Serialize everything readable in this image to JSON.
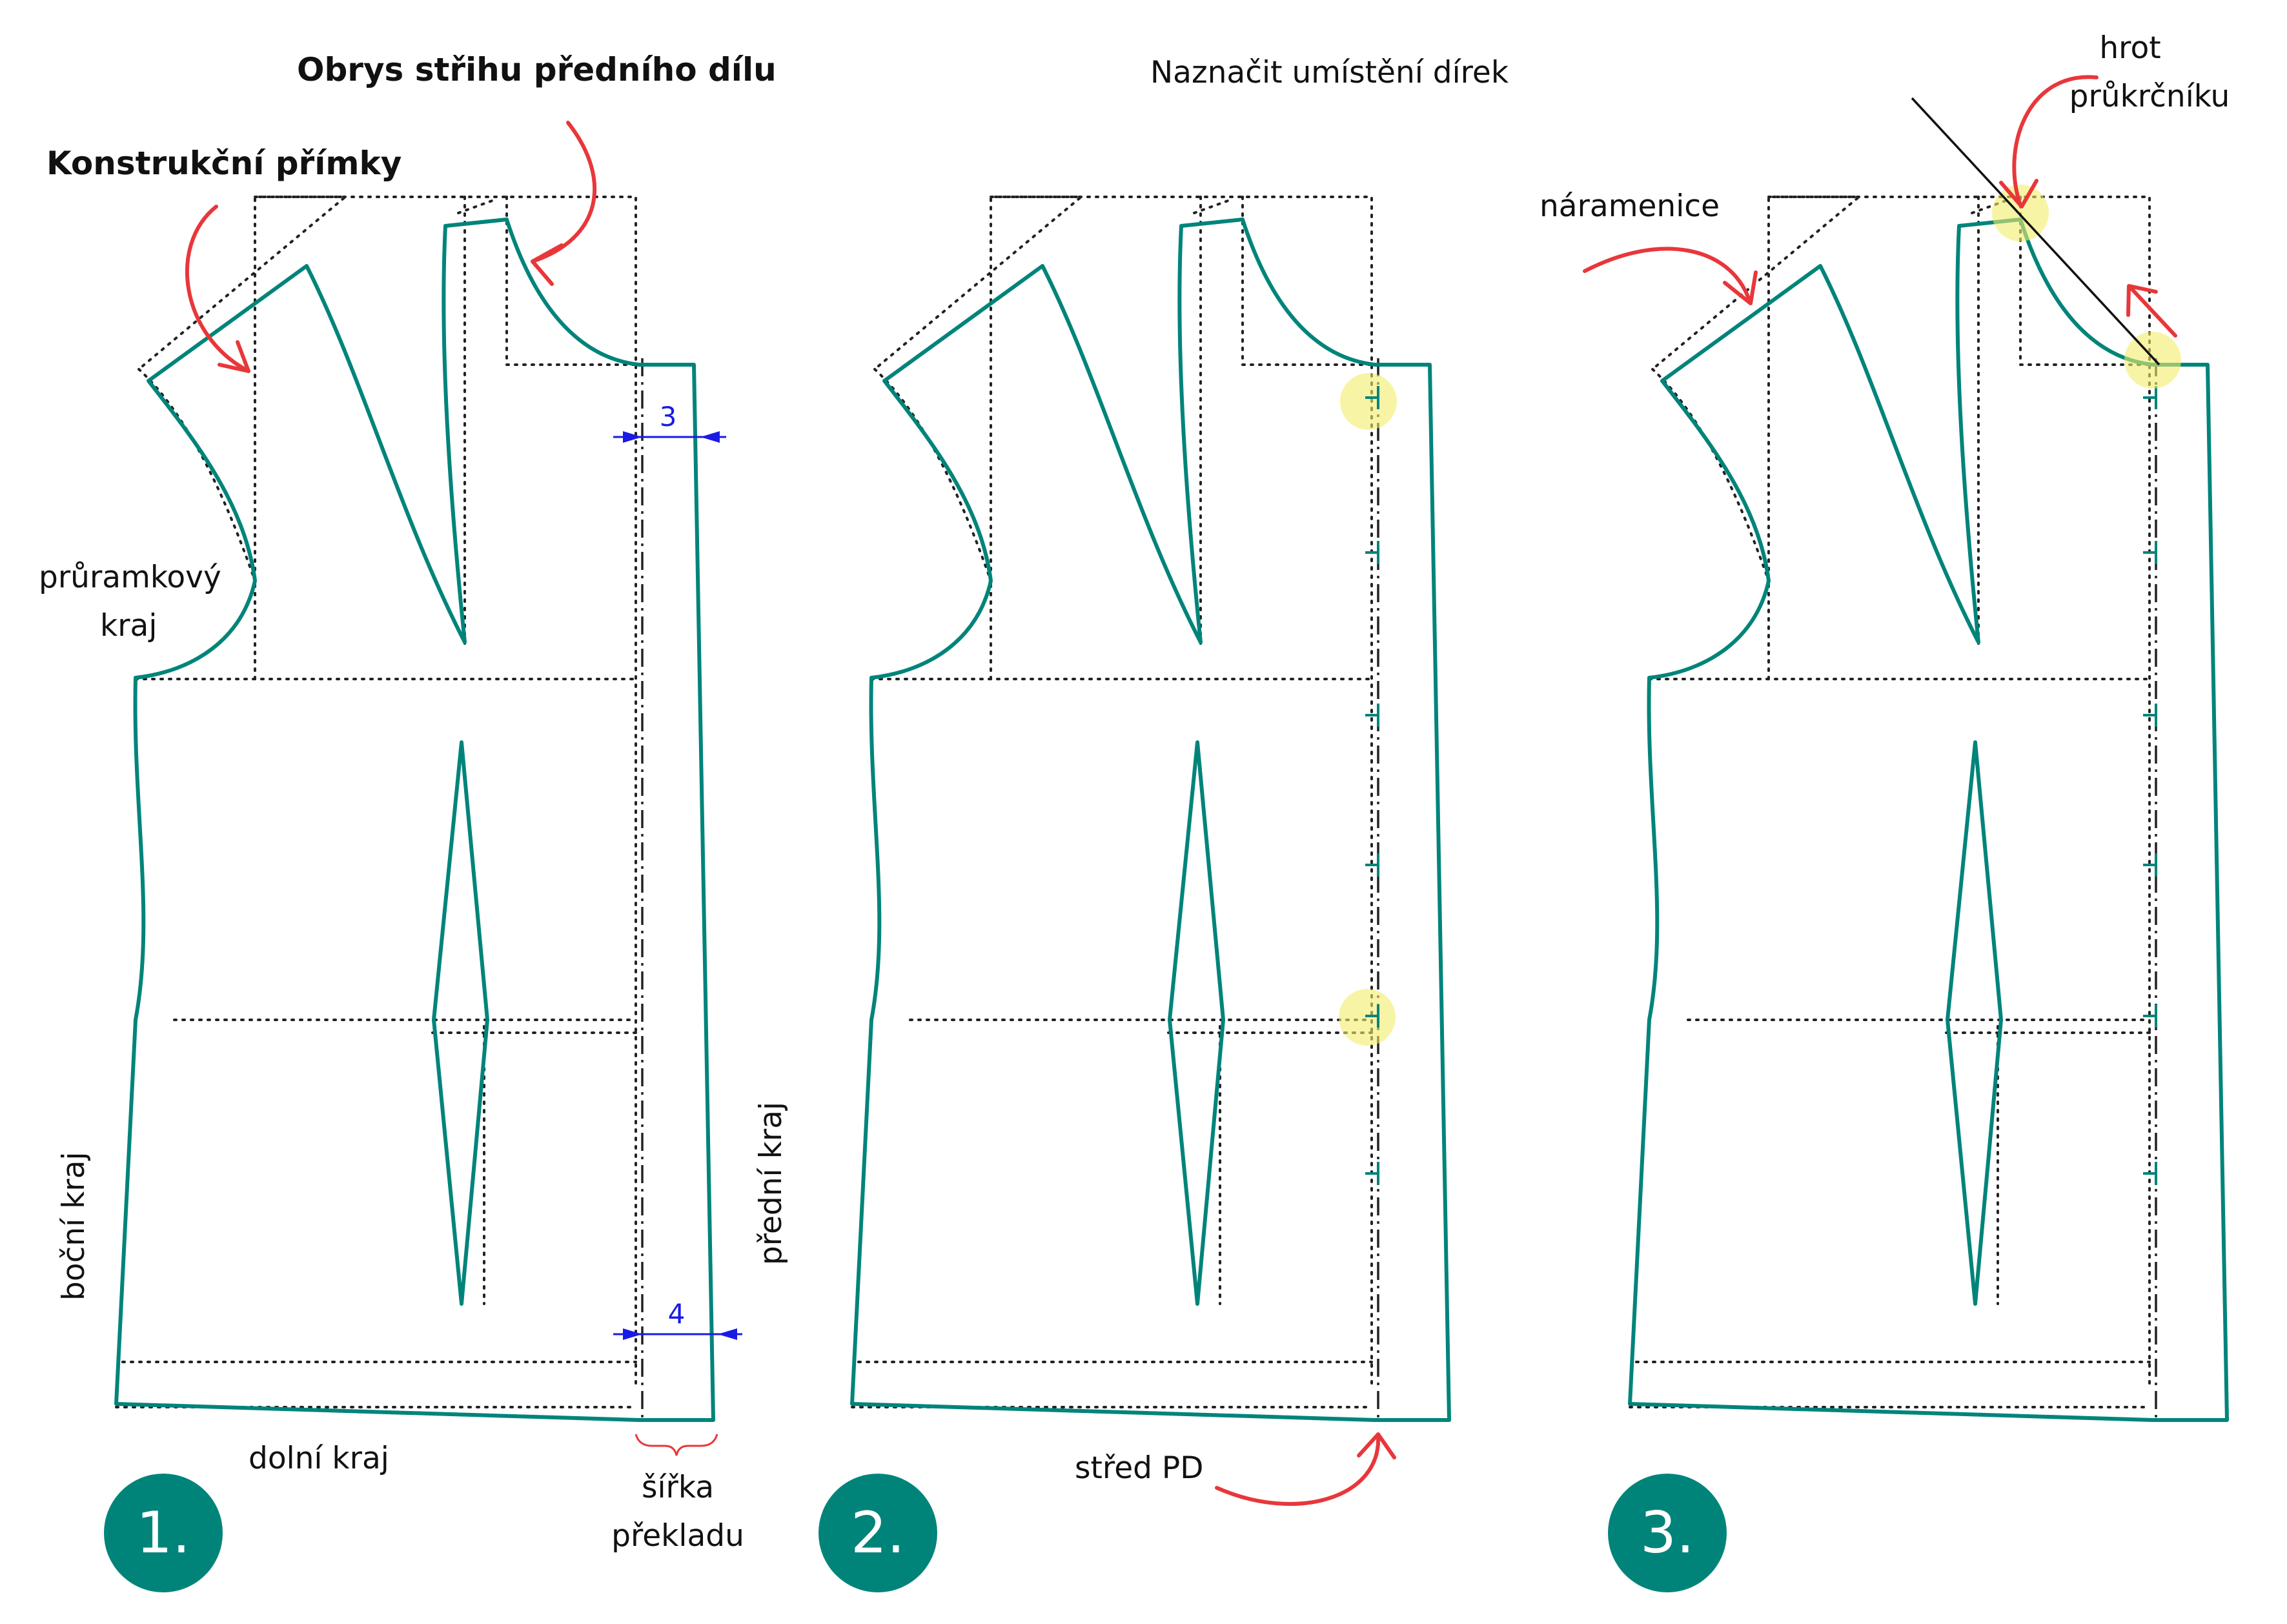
{
  "labels": {
    "outline": "Obrys střihu předního dílu",
    "construction_lines": "Konstrukční přímky",
    "armhole_edge_1": "průramkový",
    "armhole_edge_2": "kraj",
    "side_edge": "boční kraj",
    "front_edge": "přední kraj",
    "bottom_edge": "dolní kraj",
    "overlap_width_1": "šířka",
    "overlap_width_2": "překladu",
    "overlap_top": "3",
    "overlap_bottom": "4",
    "buttonholes": "Naznačit umístění dírek",
    "center_front": "střed PD",
    "shoulder": "náramenice",
    "neck_point_1": "hrot",
    "neck_point_2": "průkrčníku"
  },
  "steps": [
    "1.",
    "2.",
    "3."
  ],
  "colors": {
    "pattern_outline": "#00847a",
    "arrows": "#e8373a",
    "measure": "#1a1ae6",
    "highlight": "#f3ec6a"
  }
}
